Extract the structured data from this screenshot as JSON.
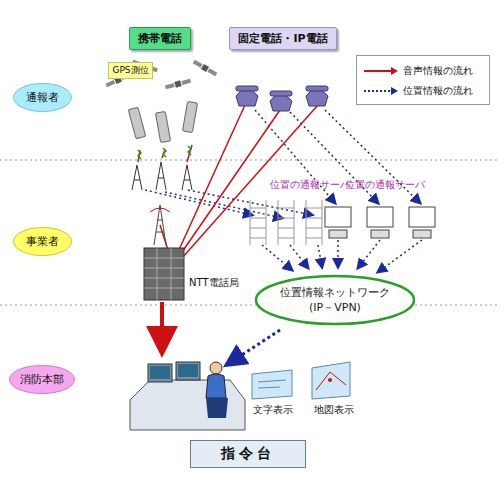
{
  "diagram": {
    "nodes": [
      {
        "text": [
          "携帯電話"
        ]
      },
      {
        "text": [
          "固定電話・IP電話"
        ]
      },
      {
        "text": [
          "GPS測位"
        ]
      },
      {
        "text": [
          "通報者"
        ]
      },
      {
        "text": [
          "事業者"
        ]
      },
      {
        "text": [
          "消防本部"
        ]
      },
      {
        "text": [
          "位置情報ネットワーク",
          "(IP－VPN)"
        ]
      },
      {
        "text": [
          "指令台"
        ]
      }
    ],
    "labels": [
      "位置の通報サーバ",
      "位置の通報サーバ",
      "NTT電話局",
      "文字表示",
      "地図表示"
    ],
    "legend": [
      {
        "text": "音声情報の流れ"
      },
      {
        "text": "位置情報の流れ"
      }
    ]
  }
}
